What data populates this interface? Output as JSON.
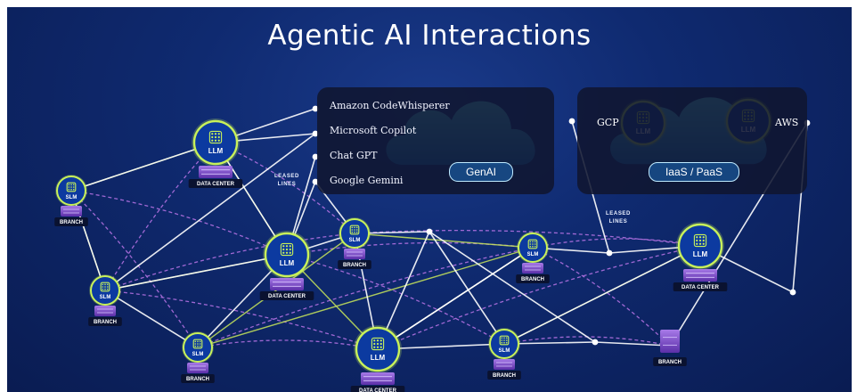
{
  "title": "Agentic AI Interactions",
  "genai": {
    "services": [
      "Amazon CodeWhisperer",
      "Microsoft Copilot",
      "Chat GPT",
      "Google Gemini"
    ],
    "button": "GenAI"
  },
  "cloud": {
    "left": "GCP",
    "right": "AWS",
    "button": "IaaS / PaaS"
  },
  "leased_lines": [
    "LEASED LINES",
    "LEASED LINES"
  ],
  "node_labels": {
    "llm": "LLM",
    "slm": "SLM",
    "data_center": "DATA CENTER",
    "branch": "BRANCH"
  },
  "colors": {
    "background": "#0f2a70",
    "node_ring": "#c8f15a",
    "server": "#8b5bd6",
    "link_white": "#ffffff",
    "link_green": "#c8e65a",
    "link_dashed": "#b070e0",
    "cloud": "#3ad0f0"
  }
}
